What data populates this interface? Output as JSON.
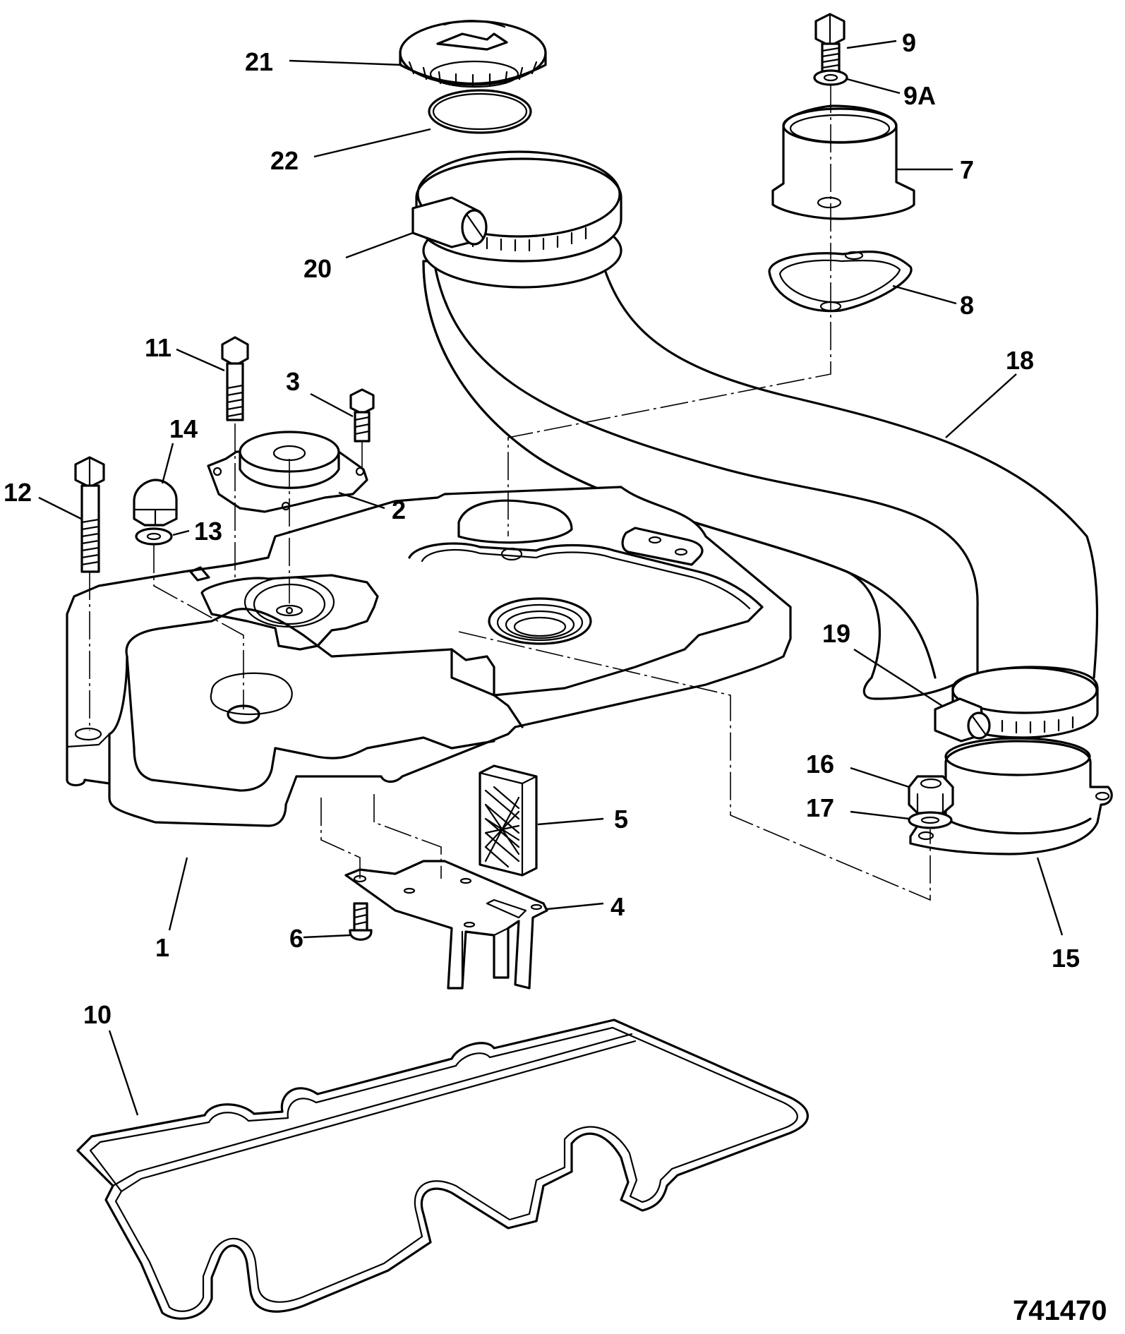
{
  "figure_id": "741470",
  "callouts": [
    {
      "key": "c21",
      "label": "21"
    },
    {
      "key": "c22",
      "label": "22"
    },
    {
      "key": "c20",
      "label": "20"
    },
    {
      "key": "c9",
      "label": "9"
    },
    {
      "key": "c9a",
      "label": "9A"
    },
    {
      "key": "c7",
      "label": "7"
    },
    {
      "key": "c8",
      "label": "8"
    },
    {
      "key": "c18",
      "label": "18"
    },
    {
      "key": "c11",
      "label": "11"
    },
    {
      "key": "c3",
      "label": "3"
    },
    {
      "key": "c14",
      "label": "14"
    },
    {
      "key": "c12",
      "label": "12"
    },
    {
      "key": "c2",
      "label": "2"
    },
    {
      "key": "c13",
      "label": "13"
    },
    {
      "key": "c19",
      "label": "19"
    },
    {
      "key": "c16",
      "label": "16"
    },
    {
      "key": "c17",
      "label": "17"
    },
    {
      "key": "c5",
      "label": "5"
    },
    {
      "key": "c4",
      "label": "4"
    },
    {
      "key": "c1",
      "label": "1"
    },
    {
      "key": "c6",
      "label": "6"
    },
    {
      "key": "c15",
      "label": "15"
    },
    {
      "key": "c10",
      "label": "10"
    }
  ]
}
